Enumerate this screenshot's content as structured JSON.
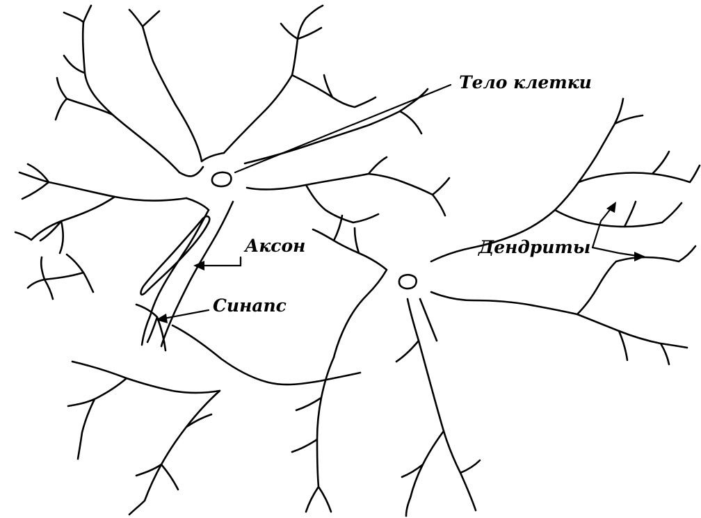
{
  "labels": {
    "cell_body": "Тело клетки",
    "axon": "Аксон",
    "synapse": "Синапс",
    "dendrites": "Дендриты"
  },
  "colors": {
    "ink": "#000000",
    "background": "#ffffff"
  }
}
